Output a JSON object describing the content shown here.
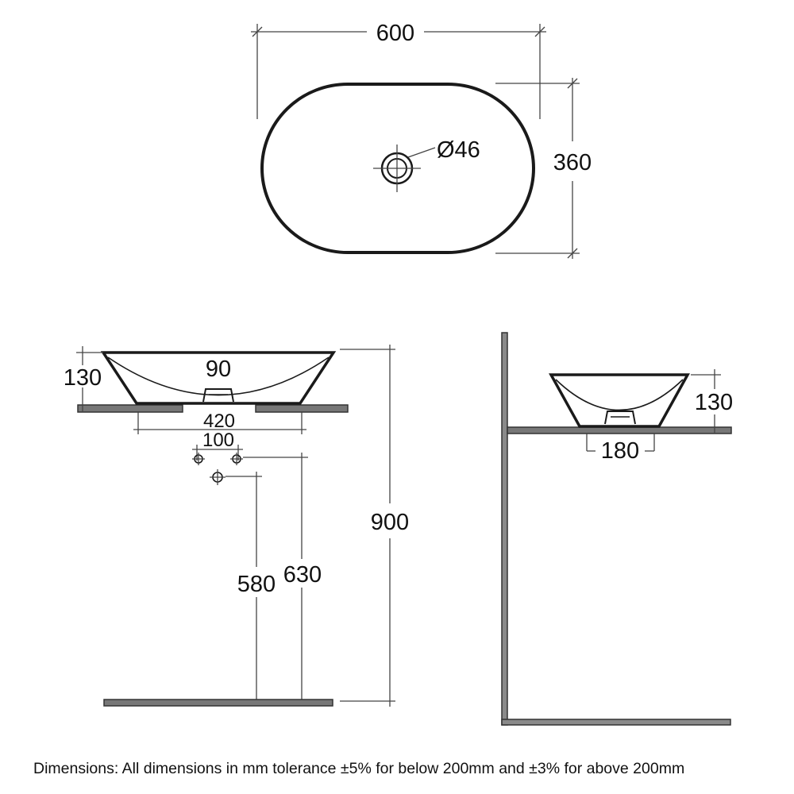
{
  "colors": {
    "outline": "#1a1a1a",
    "dimension_line": "#444444",
    "counter_fill": "#777777",
    "wall_fill": "#8a8a8a",
    "background": "#ffffff"
  },
  "plan_view": {
    "width_label": "600",
    "depth_label": "360",
    "waste_label": "Ø46"
  },
  "front_view": {
    "bowl_height_label": "130",
    "waste_width_label": "90",
    "support_span_label": "420",
    "tap_spacing_label": "100",
    "waste_height_label": "580",
    "tap_height_label": "630",
    "counter_height_label": "900"
  },
  "side_view": {
    "bowl_height_label": "130",
    "base_width_label": "180"
  },
  "footer": {
    "note": "Dimensions: All dimensions in mm tolerance ±5% for below 200mm and ±3% for above 200mm"
  }
}
